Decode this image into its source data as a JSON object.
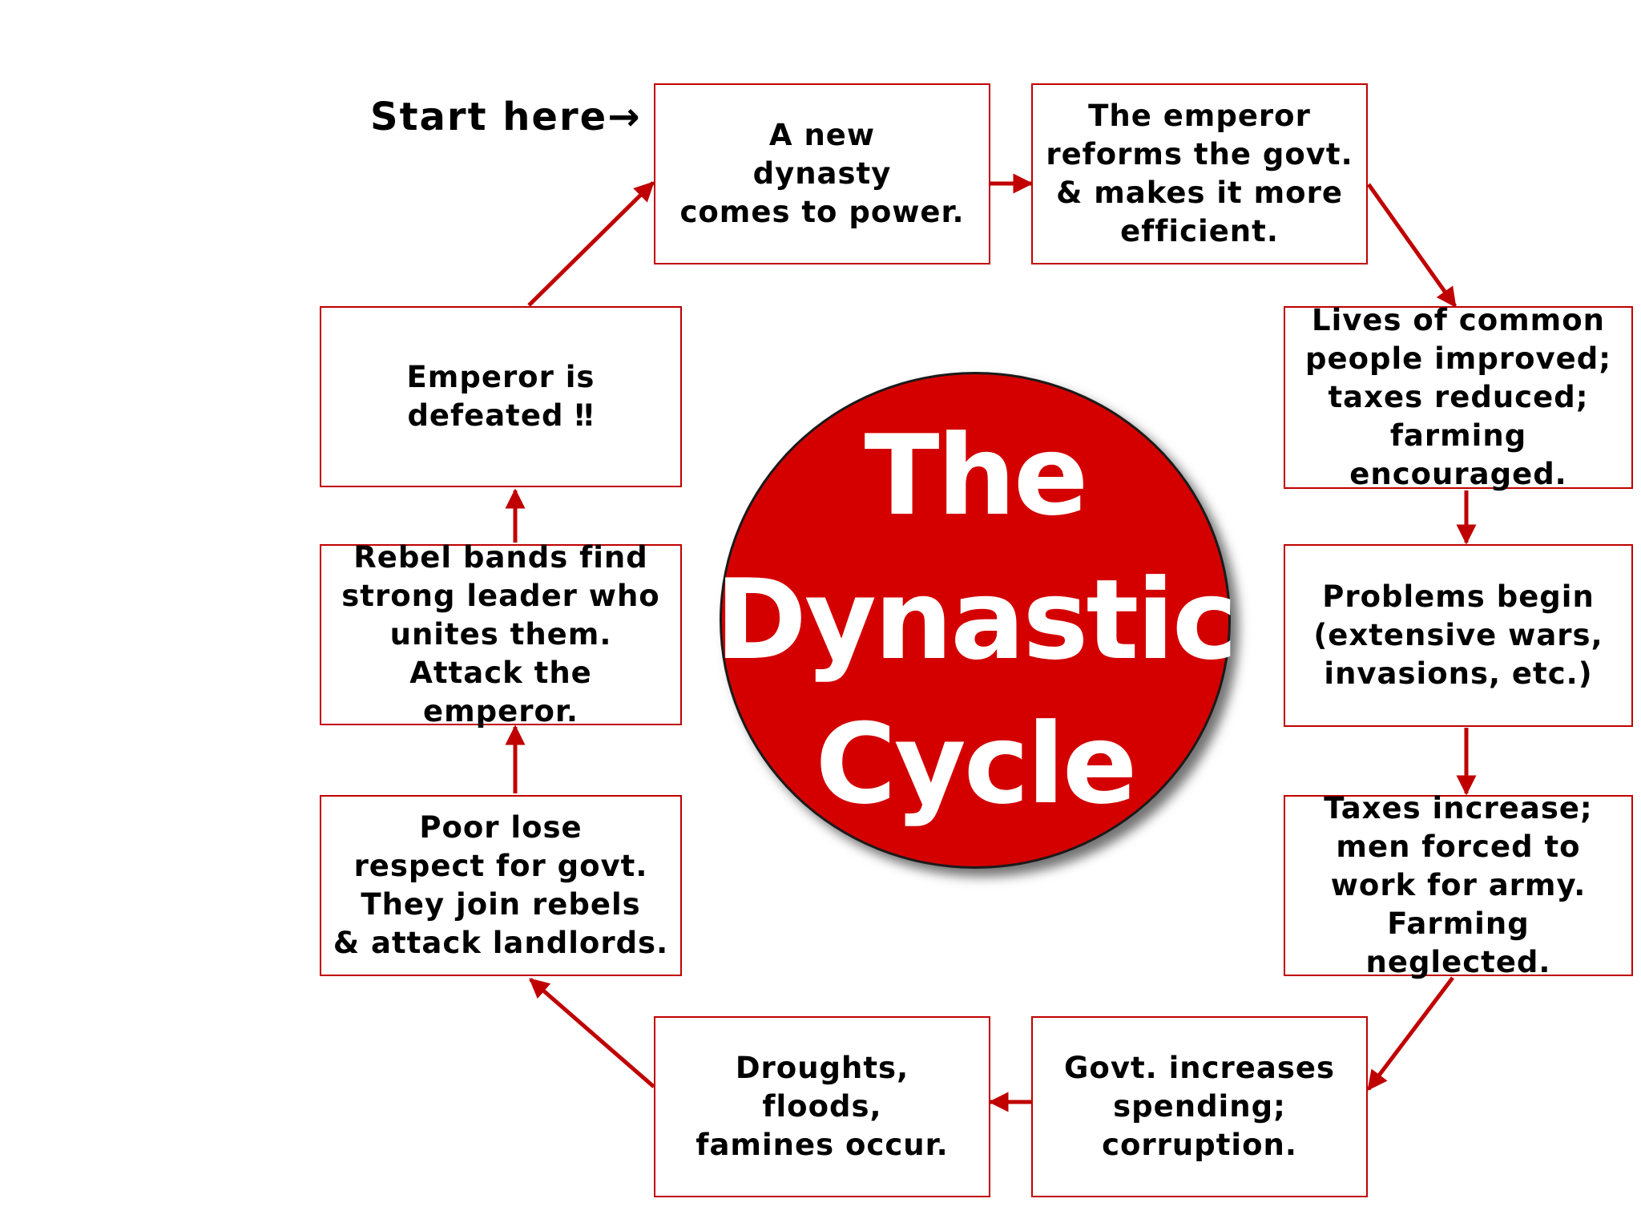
{
  "diagram": {
    "start_label": "Start here",
    "start_arrow_glyph": "→",
    "title_lines": [
      "The",
      "Dynastic",
      "Cycle"
    ],
    "accent_color": "#c00000",
    "circle_color": "#d40000",
    "steps": [
      {
        "id": "new-dynasty",
        "text": "A new\ndynasty\ncomes to power."
      },
      {
        "id": "reforms",
        "text": "The emperor\nreforms the govt.\n& makes it more\nefficient."
      },
      {
        "id": "lives-improved",
        "text": "Lives of common\npeople improved;\ntaxes reduced;\nfarming encouraged."
      },
      {
        "id": "problems-begin",
        "text": "Problems begin\n(extensive wars,\ninvasions, etc.)"
      },
      {
        "id": "taxes-increase",
        "text": "Taxes increase;\nmen forced to\nwork for army.\nFarming neglected."
      },
      {
        "id": "spending",
        "text": "Govt. increases\nspending;\ncorruption."
      },
      {
        "id": "disasters",
        "text": "Droughts,\nfloods,\nfamines occur."
      },
      {
        "id": "poor-lose-respect",
        "text": "Poor lose\nrespect for govt.\nThey join rebels\n& attack landlords."
      },
      {
        "id": "rebels-unite",
        "text": "Rebel bands find\nstrong leader who\nunites them.\nAttack the emperor."
      },
      {
        "id": "emperor-defeated",
        "text": "Emperor is\ndefeated ‼"
      }
    ]
  }
}
